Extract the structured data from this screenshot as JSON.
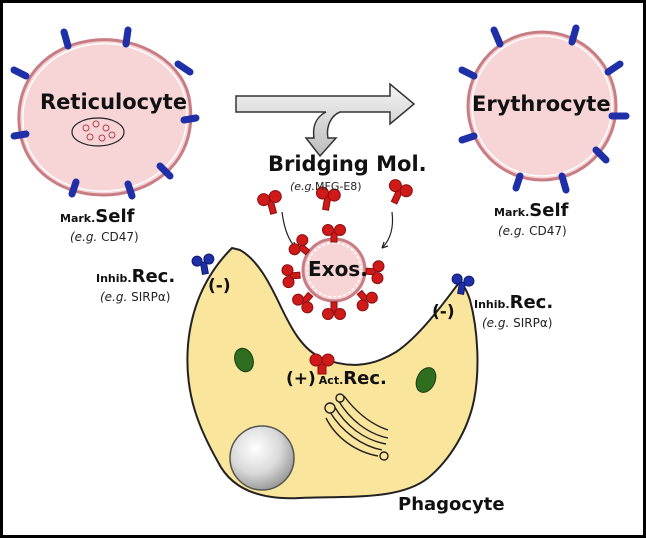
{
  "reticulocyte": {
    "name": "Reticulocyte",
    "marker_prefix": "Mark.",
    "marker_main": "Self",
    "marker_eg_prefix": "(e.g.",
    "marker_eg_value": "CD47)"
  },
  "erythrocyte": {
    "name": "Erythrocyte",
    "marker_prefix": "Mark.",
    "marker_main": "Self",
    "marker_eg_prefix": "(e.g.",
    "marker_eg_value": "CD47)"
  },
  "bridging": {
    "title": "Bridging Mol.",
    "eg_prefix": "(e.g.",
    "eg_value": "MFG-E8)"
  },
  "exosome": {
    "label": "Exos."
  },
  "inhib_left": {
    "prefix": "Inhib.",
    "main": "Rec.",
    "eg_prefix": "(e.g.",
    "eg_value": "SIRPα)",
    "sign": "(-)"
  },
  "inhib_right": {
    "prefix": "Inhib.",
    "main": "Rec.",
    "eg_prefix": "(e.g.",
    "eg_value": "SIRPα)",
    "sign": "(-)"
  },
  "activating": {
    "sign": "(+)",
    "prefix": "Act.",
    "main": "Rec."
  },
  "phagocyte": {
    "label": "Phagocyte"
  },
  "colors": {
    "rbc_fill": "#f7d4d6",
    "rbc_edge": "#d98f95",
    "receptor_blue": "#1f2fa8",
    "bridging_red": "#d01a1a",
    "phagocyte_fill": "#f9e59b",
    "organelle_green": "#2e6e1e",
    "nucleus_gray": "#c8c8c8"
  }
}
